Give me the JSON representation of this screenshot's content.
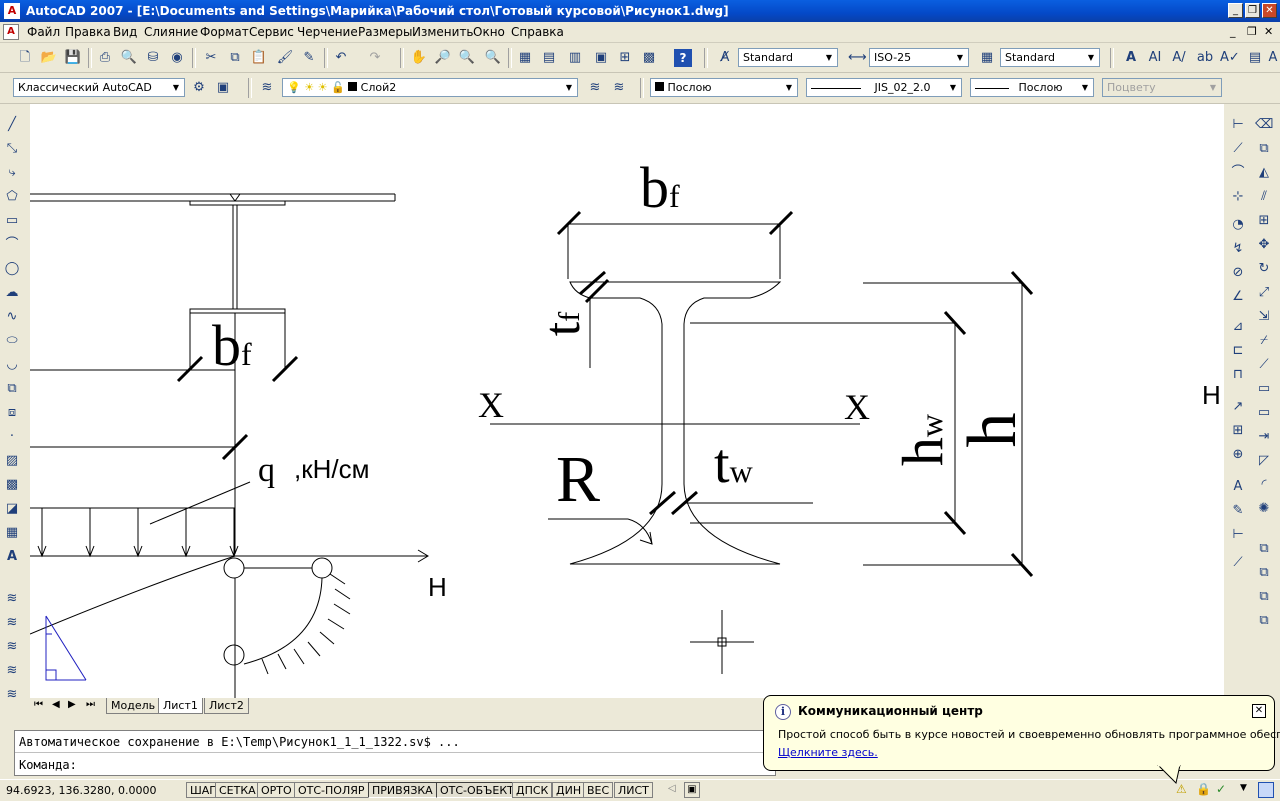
{
  "window": {
    "title": "AutoCAD 2007 - [E:\\Documents and Settings\\Марийка\\Рабочий стол\\Готовый курсовой\\Рисунок1.dwg]",
    "app_icon": "A"
  },
  "menu": [
    "Файл",
    "Правка",
    "Вид",
    "Слияние",
    "Формат",
    "Сервис",
    "Черчение",
    "Размеры",
    "Изменить",
    "Окно",
    "Справка"
  ],
  "toolbar1": {
    "text_style": "Standard",
    "dim_style": "ISO-25",
    "table_style": "Standard"
  },
  "toolbar2": {
    "workspace": "Классический AutoCAD",
    "layer": "Слой2",
    "color": "Послою",
    "linetype": "JIS_02_2.0",
    "lineweight": "Послою",
    "plotstyle": "Поцвету"
  },
  "drawing": {
    "labels": {
      "bf_top": "b",
      "bf_top_sub": "f",
      "bf_left": "b",
      "bf_left_sub": "f",
      "tf": "t",
      "tf_sub": "f",
      "x_left": "X",
      "x_right": "X",
      "r": "R",
      "tw": "t",
      "tw_sub": "w",
      "hw": "h",
      "hw_sub": "w",
      "h": "h",
      "q": "q",
      "q_units": ",кН/см",
      "h_mark_1": "H",
      "h_mark_2": "H"
    }
  },
  "tabs": [
    "Модель",
    "Лист1",
    "Лист2"
  ],
  "active_tab": "Лист1",
  "command": {
    "history": "Автоматическое сохранение в E:\\Temp\\Рисунок1_1_1_1322.sv$ ...",
    "prompt": "Команда:"
  },
  "status": {
    "coords": "94.6923, 136.3280, 0.0000",
    "buttons": [
      {
        "label": "ШАГ",
        "on": false
      },
      {
        "label": "СЕТКА",
        "on": false
      },
      {
        "label": "ОРТО",
        "on": false
      },
      {
        "label": "ОТС-ПОЛЯР",
        "on": false
      },
      {
        "label": "ПРИВЯЗКА",
        "on": true
      },
      {
        "label": "ОТС-ОБЪЕКТ",
        "on": true
      },
      {
        "label": "ДПСК",
        "on": false
      },
      {
        "label": "ДИН",
        "on": false
      },
      {
        "label": "ВЕС",
        "on": false
      },
      {
        "label": "ЛИСТ",
        "on": false
      }
    ]
  },
  "balloon": {
    "title": "Коммуникационный центр",
    "body": "Простой способ быть в курсе новостей и своевременно обновлять программное обеспечение.",
    "link": "Щелкните здесь.",
    "close": "✕",
    "info_icon": "i"
  },
  "colors": {
    "titlebar": "#0449C8",
    "drawing_bg": "#FFFFFF",
    "ui_bg": "#ECE9D8",
    "balloon_bg": "#FFFFE1",
    "ucs_icon": "#2020C0"
  }
}
